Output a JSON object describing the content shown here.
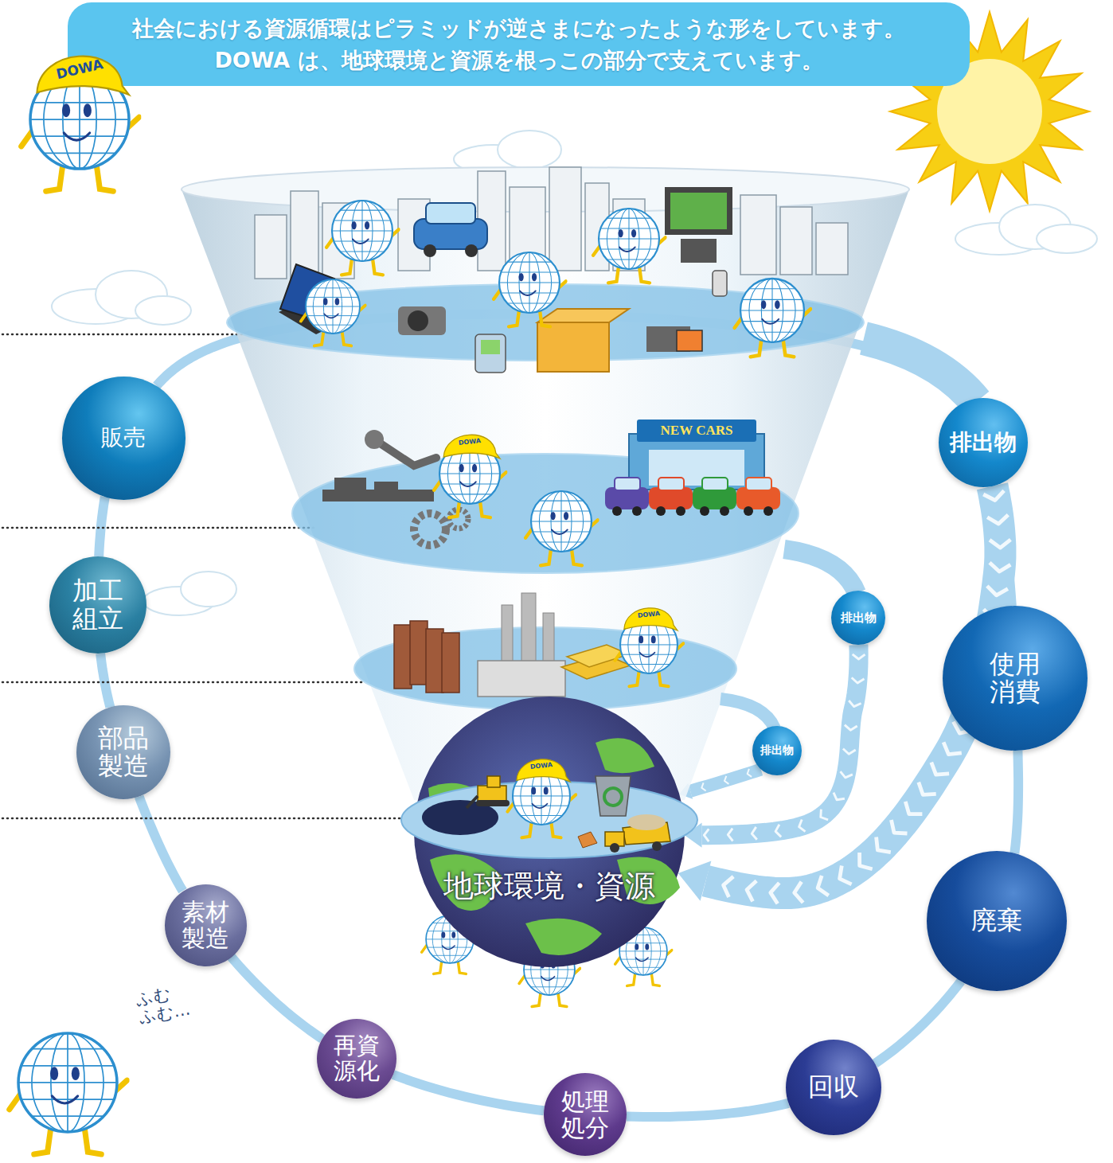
{
  "diagram": {
    "title": "社会における資源循環はピラミッドが逆さまになったような形をしています。 DOWA は、地球環境と資源を根っこの部分で支えています。",
    "nodes": [
      {
        "text": [
          "販売"
        ]
      },
      {
        "text": [
          "加工 組立"
        ]
      },
      {
        "text": [
          "部品 製造"
        ]
      },
      {
        "text": [
          "素材 製造"
        ]
      },
      {
        "text": [
          "再資 源化"
        ]
      },
      {
        "text": [
          "処理 処分"
        ]
      },
      {
        "text": [
          "回収"
        ]
      },
      {
        "text": [
          "廃棄"
        ]
      },
      {
        "text": [
          "使用 消費"
        ]
      },
      {
        "text": [
          "排出物"
        ]
      },
      {
        "text": [
          "排出物"
        ]
      },
      {
        "text": [
          "排出物"
        ]
      },
      {
        "text": [
          "地球環境・資源"
        ]
      }
    ],
    "edges": [
      {
        "from": 3,
        "to": 2,
        "arrow": "none"
      },
      {
        "from": 2,
        "to": 1,
        "arrow": "none"
      },
      {
        "from": 1,
        "to": 0,
        "arrow": "none"
      },
      {
        "from": 0,
        "to": 9,
        "arrow": "none"
      },
      {
        "from": 9,
        "to": 8,
        "arrow": "none"
      },
      {
        "from": 8,
        "to": 7,
        "arrow": "none"
      },
      {
        "from": 7,
        "to": 6,
        "arrow": "none"
      },
      {
        "from": 6,
        "to": 5,
        "arrow": "none"
      },
      {
        "from": 5,
        "to": 4,
        "arrow": "none"
      },
      {
        "from": 4,
        "to": 3,
        "arrow": "none"
      },
      {
        "from": 9,
        "to": 12,
        "arrow": "to"
      },
      {
        "from": 10,
        "to": 12,
        "arrow": "to"
      },
      {
        "from": 11,
        "to": 12,
        "arrow": "to"
      }
    ],
    "labels": [
      "DOWA",
      "DOWA",
      "DOWA",
      "DOWA",
      "NEW CARS",
      "ふむ ふむ…"
    ]
  }
}
